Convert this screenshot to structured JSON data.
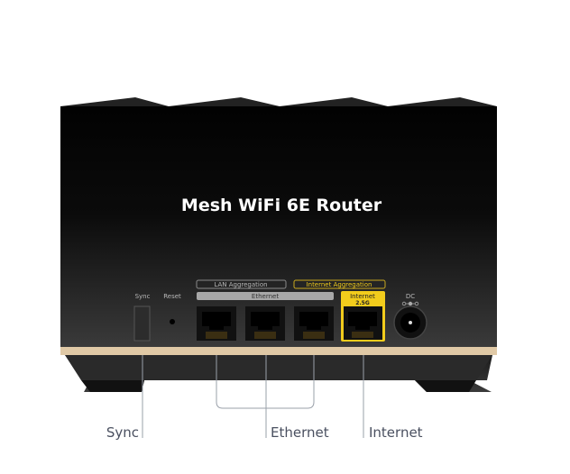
{
  "device": {
    "title": "Mesh WiFi 6E Router",
    "labels": {
      "sync": "Sync",
      "reset": "Reset",
      "lan_aggregation": "LAN Aggregation",
      "internet_aggregation": "Internet Aggregation",
      "ethernet_bar": "Ethernet",
      "internet_port_line1": "Internet",
      "internet_port_line2": "2.5G",
      "dc": "DC"
    }
  },
  "callouts": {
    "sync": "Sync",
    "ethernet": "Ethernet",
    "internet": "Internet"
  },
  "colors": {
    "accent": "#f2cc1c",
    "band": "#e0c9a6",
    "body": "#0a0a0a"
  }
}
